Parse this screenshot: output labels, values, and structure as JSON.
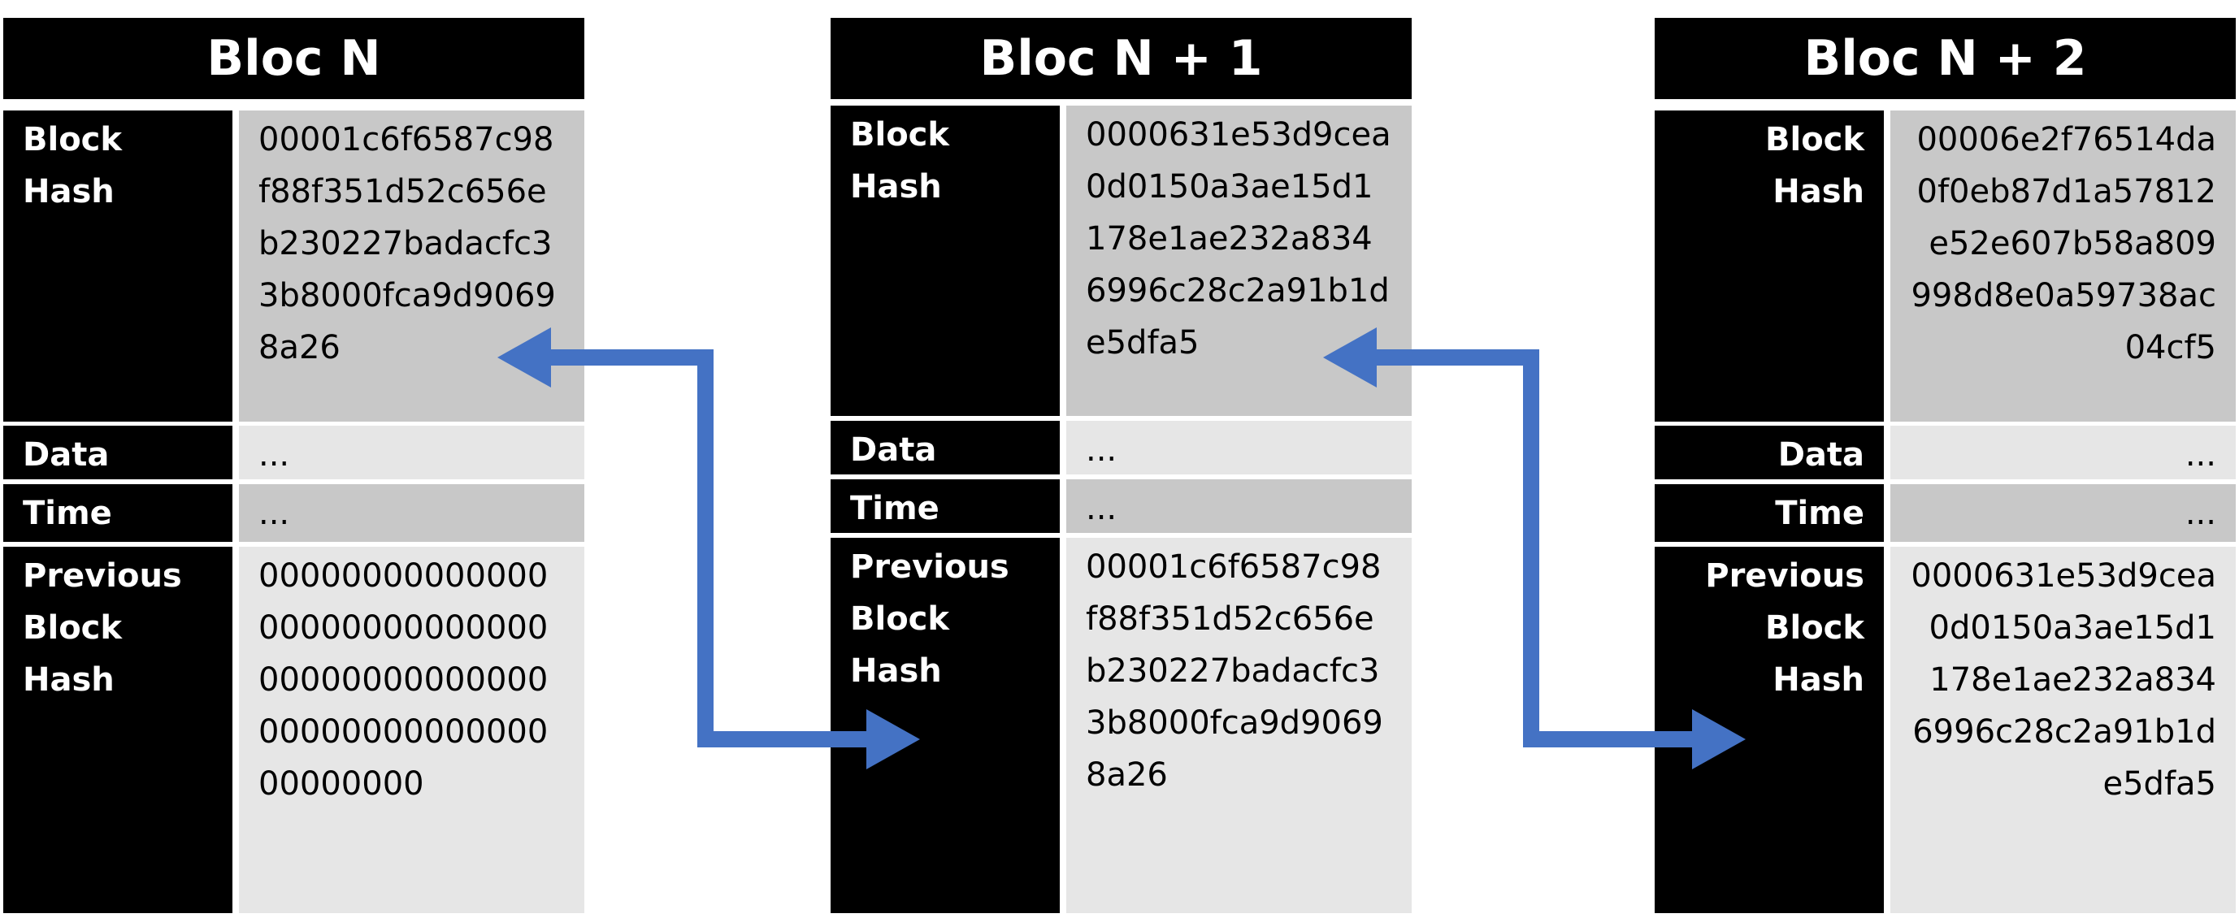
{
  "arrow_color": "#4472c4",
  "blocks": [
    {
      "title": "Bloc N",
      "rows": [
        {
          "label": "Block Hash",
          "value": "00001c6f6587c98f88f351d52c656eb230227badacfc33b8000fca9d90698a26"
        },
        {
          "label": "Data",
          "value": "..."
        },
        {
          "label": "Time",
          "value": "..."
        },
        {
          "label": "Previous Block Hash",
          "value": "0000000000000000000000000000000000000000000000000000000000000000"
        }
      ]
    },
    {
      "title": "Bloc N + 1",
      "rows": [
        {
          "label": "Block Hash",
          "value": "0000631e53d9cea0d0150a3ae15d1178e1ae232a8346996c28c2a91b1de5dfa5"
        },
        {
          "label": "Data",
          "value": "..."
        },
        {
          "label": "Time",
          "value": "..."
        },
        {
          "label": "Previous Block Hash",
          "value": "00001c6f6587c98f88f351d52c656eb230227badacfc33b8000fca9d90698a26"
        }
      ]
    },
    {
      "title": "Bloc N + 2",
      "rows": [
        {
          "label": "Block Hash",
          "value": "00006e2f76514da0f0eb87d1a57812e52e607b58a809998d8e0a59738ac04cf5"
        },
        {
          "label": "Data",
          "value": "..."
        },
        {
          "label": "Time",
          "value": "..."
        },
        {
          "label": "Previous Block Hash",
          "value": "0000631e53d9cea0d0150a3ae15d1178e1ae232a8346996c28c2a91b1de5dfa5"
        }
      ]
    }
  ]
}
